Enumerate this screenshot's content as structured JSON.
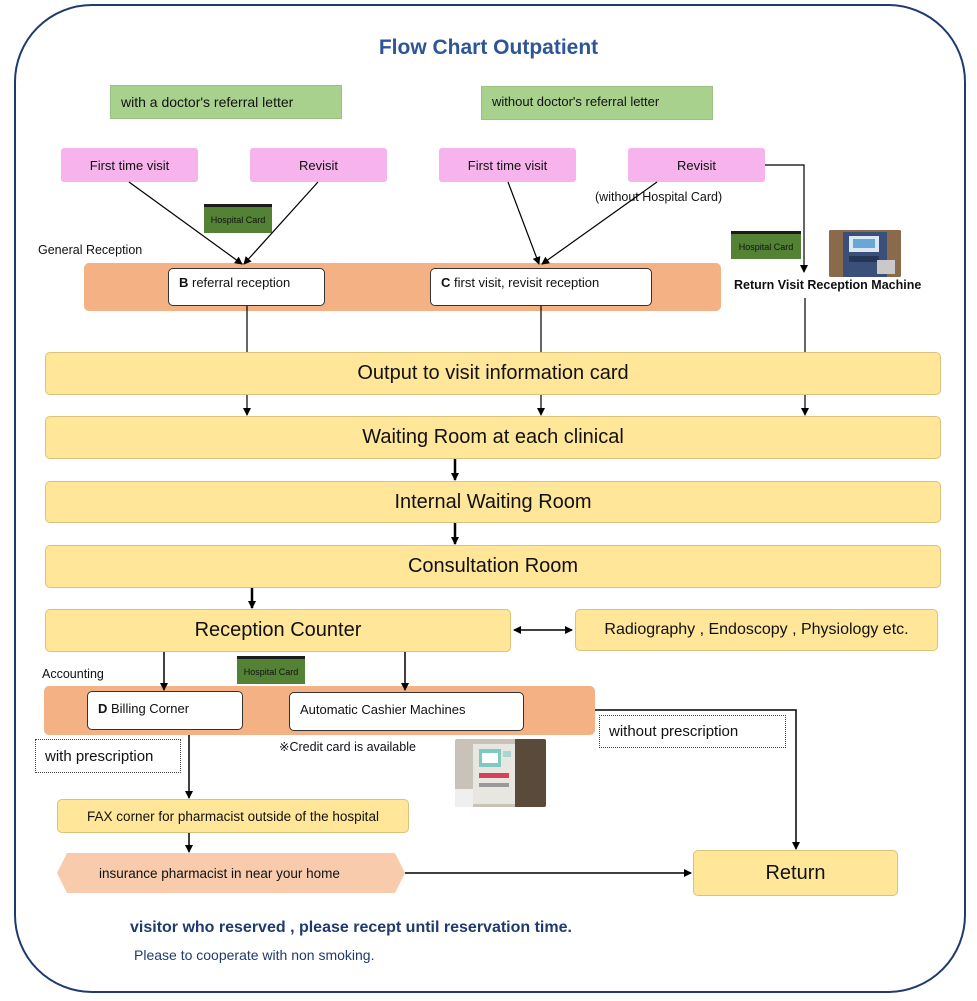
{
  "title": "Flow Chart Outpatient",
  "referral": {
    "with_label": "with a doctor's referral letter",
    "without_label": "without doctor's referral letter"
  },
  "visits": {
    "first_time": "First time visit",
    "revisit": "Revisit",
    "without_card_note": "(without Hospital Card)"
  },
  "hospital_card": "Hospital Card",
  "general_reception": {
    "label": "General Reception",
    "b_prefix": "B",
    "b_text": " referral reception",
    "c_prefix": "C",
    "c_text": " first visit, revisit  reception"
  },
  "return_machine_label": "Return Visit Reception Machine",
  "steps": {
    "output_card": "Output to visit information card",
    "waiting_room": "Waiting Room at each clinical",
    "internal_waiting": "Internal Waiting Room",
    "consultation": "Consultation Room",
    "reception_counter": "Reception Counter",
    "exams": "Radiography , Endoscopy , Physiology  etc."
  },
  "accounting": {
    "label": "Accounting",
    "d_prefix": "D",
    "d_text": " Billing Corner",
    "cashier": "Automatic Cashier Machines",
    "credit_note": "※Credit card is available"
  },
  "with_prescription": "with prescription",
  "without_prescription": "without prescription",
  "fax_corner": "FAX corner for pharmacist outside of the hospital",
  "pharmacist": "insurance pharmacist in near your home",
  "return": "Return",
  "notes": {
    "reserved": "visitor who reserved , please recept until reservation time.",
    "smoking": "Please to cooperate with non smoking."
  },
  "colors": {
    "title": "#2e5597",
    "green_box": "#a9d18e",
    "pink_box": "#f7b3ec",
    "hospital_card": "#548235",
    "orange_band": "#f4b183",
    "yellow_box": "#ffe699",
    "frame": "#1f3a6e"
  }
}
